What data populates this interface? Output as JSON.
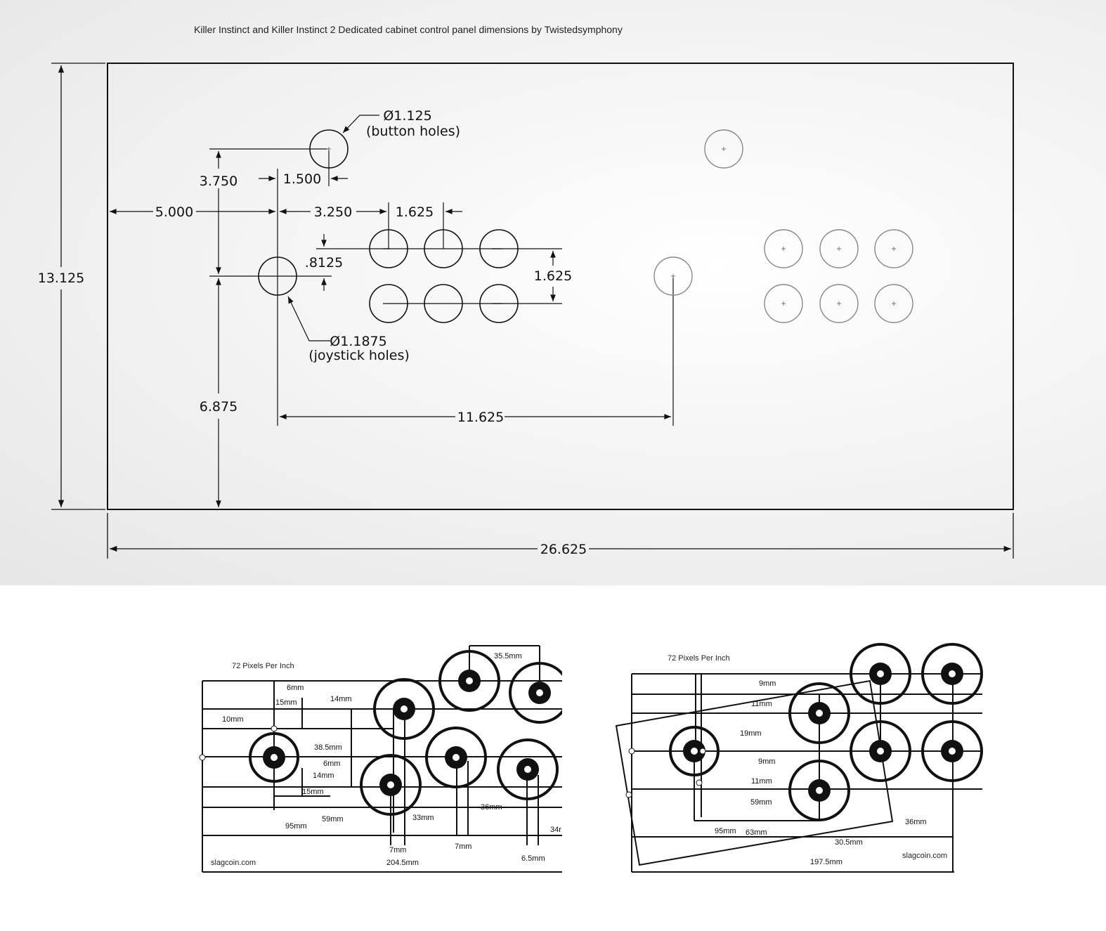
{
  "top_drawing": {
    "title": "Killer Instinct and Killer Instinct 2 Dedicated cabinet control panel dimensions by Twistedsymphony",
    "width": "26.625",
    "height": "13.125",
    "edge_to_joystick": "5.000",
    "joystick_to_button": "3.250",
    "button_spacing": "1.625",
    "row_spacing": "1.625",
    "top_button_height": "3.750",
    "top_button_offset": "1.500",
    "row_offset": ".8125",
    "joystick_height": "6.875",
    "player_spacing": "11.625",
    "button_hole": {
      "diameter": "Ø1.125",
      "label": "(button holes)"
    },
    "joystick_hole": {
      "diameter": "Ø1.1875",
      "label": "(joystick holes)"
    }
  },
  "left_layout": {
    "ppi": "72 Pixels Per Inch",
    "labels": {
      "d6mm_a": "6mm",
      "d15mm_a": "15mm",
      "d14mm_a": "14mm",
      "d10mm": "10mm",
      "d38": "38.5mm",
      "d6mm_b": "6mm",
      "d14mm_b": "14mm",
      "d15mm_b": "15mm",
      "d59": "59mm",
      "d95": "95mm",
      "d33": "33mm",
      "d36": "36mm",
      "d34": "34r",
      "d7a": "7mm",
      "d7b": "7mm",
      "d65": "6.5mm",
      "d204": "204.5mm",
      "d355": "35.5mm"
    },
    "credit": "slagcoin.com"
  },
  "right_layout": {
    "ppi": "72 Pixels Per Inch",
    "labels": {
      "d9a": "9mm",
      "d11a": "11mm",
      "d19": "19mm",
      "d9b": "9mm",
      "d11b": "11mm",
      "d59": "59mm",
      "d95": "95mm",
      "d63": "63mm",
      "d305": "30.5mm",
      "d36": "36mm",
      "d1975": "197.5mm"
    },
    "credit": "slagcoin.com"
  }
}
